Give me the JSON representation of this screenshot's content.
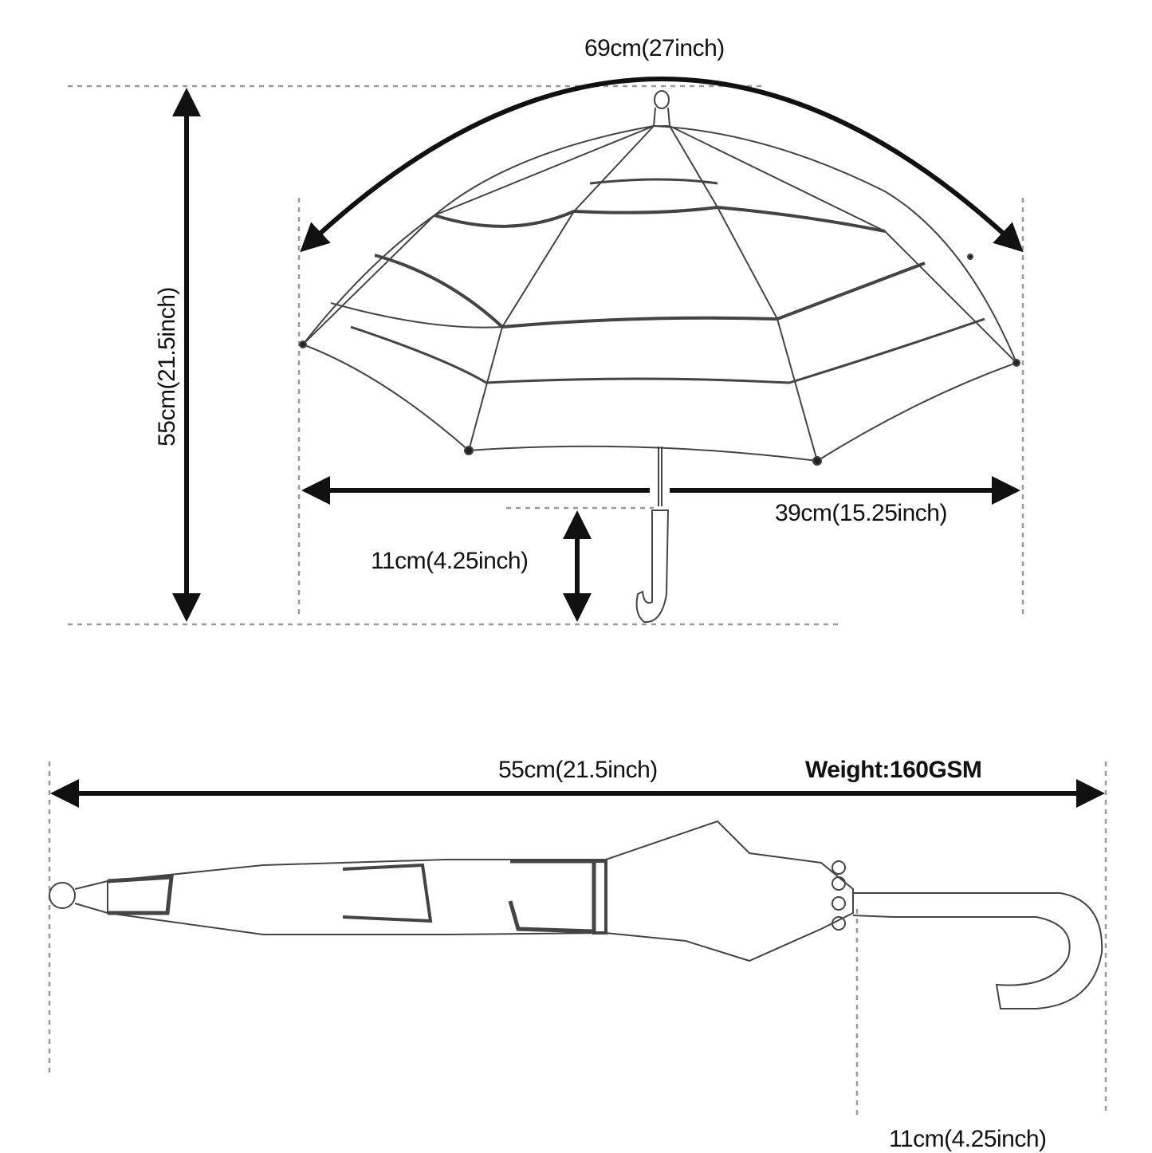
{
  "open_umbrella": {
    "arc_width_label": "69cm(27inch)",
    "height_label": "55cm(21.5inch)",
    "diameter_label": "39cm(15.25inch)",
    "handle_label": "11cm(4.25inch)"
  },
  "closed_umbrella": {
    "length_label": "55cm(21.5inch)",
    "weight_label": "Weight:160GSM",
    "handle_label": "11cm(4.25inch)"
  },
  "colors": {
    "ink": "#111111",
    "guide": "#999999",
    "sketch": "#555555"
  }
}
